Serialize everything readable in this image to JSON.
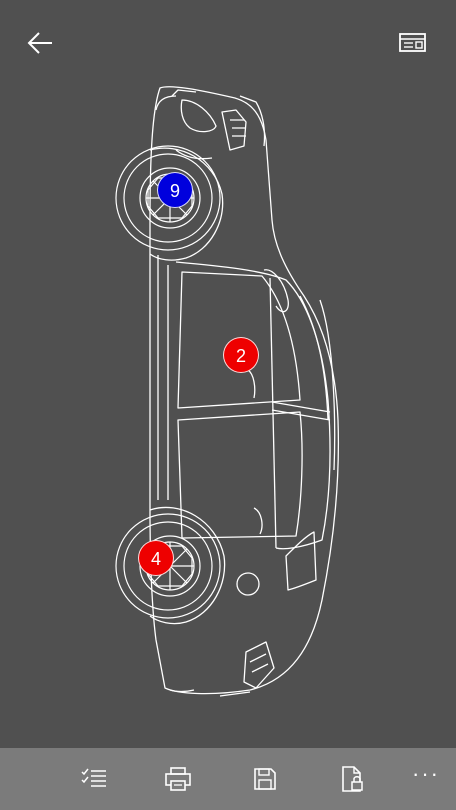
{
  "colors": {
    "background": "#505050",
    "toolbar": "#7b7b7b",
    "outline": "#ffffff",
    "marker_blue": "#0000dd",
    "marker_red": "#ee0000"
  },
  "header": {
    "back_icon": "arrow-left-icon",
    "info_icon": "card-info-icon"
  },
  "markers": [
    {
      "label": "9",
      "color": "#0000dd"
    },
    {
      "label": "2",
      "color": "#ee0000"
    },
    {
      "label": "4",
      "color": "#ee0000"
    }
  ],
  "toolbar": {
    "icons": [
      "checklist-icon",
      "print-icon",
      "save-icon",
      "lock-document-icon"
    ],
    "more_label": "···"
  }
}
